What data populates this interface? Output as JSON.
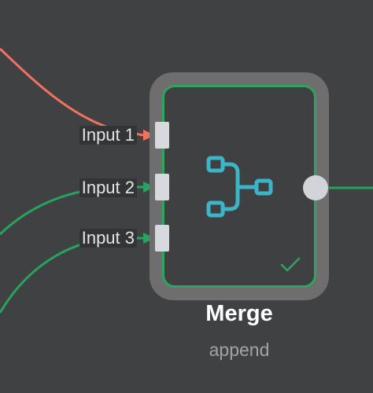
{
  "node": {
    "title": "Merge",
    "subtitle": "append",
    "icon": "merge-icon",
    "status_icon": "check-icon"
  },
  "inputs": [
    {
      "label": "Input 1",
      "edge_color": "#f2715f"
    },
    {
      "label": "Input 2",
      "edge_color": "#27a35d"
    },
    {
      "label": "Input 3",
      "edge_color": "#27a35d"
    }
  ],
  "colors": {
    "canvas_bg": "#404142",
    "node_border": "#2fa35f",
    "node_frame": "#6e6e6e",
    "icon": "#3db5c8",
    "error_edge": "#f2715f",
    "success_edge": "#27a35d"
  }
}
